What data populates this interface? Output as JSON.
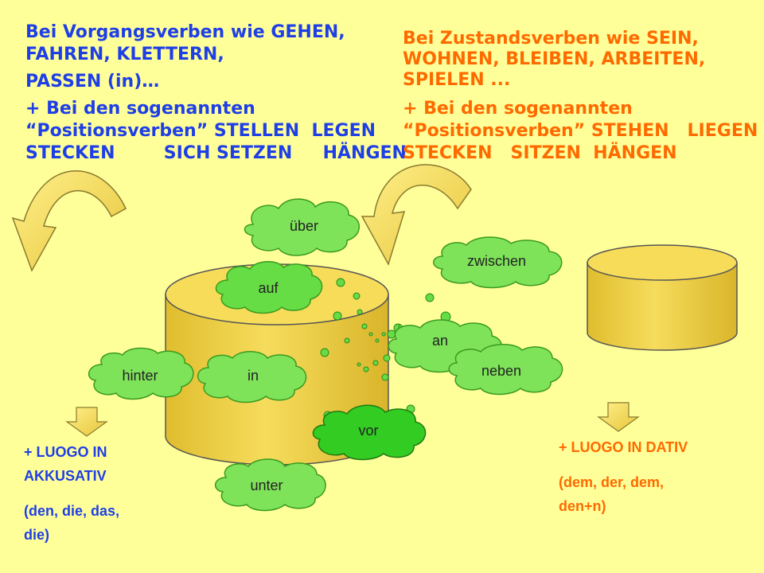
{
  "left_text": {
    "line1": "Bei Vorgangsverben wie GEHEN,",
    "line2": "FAHREN, KLETTERN,",
    "line3": "PASSEN (in)…",
    "line4": "+ Bei den sogenannten",
    "line5": "“Positionsverben” STELLEN  LEGEN",
    "line6": "STECKEN        SICH SETZEN     HÄNGEN"
  },
  "right_text": {
    "line1": "Bei Zustandsverben wie SEIN,",
    "line2": "WOHNEN, BLEIBEN, ARBEITEN,",
    "line3": "SPIELEN ...",
    "line4": "+ Bei den sogenannten",
    "line5": "“Positionsverben” STEHEN   LIEGEN",
    "line6": "STECKEN   SITZEN  HÄNGEN"
  },
  "akkusativ": {
    "heading_line1": "+ LUOGO IN",
    "heading_line2": "AKKUSATIV",
    "articles_line1": "(den, die, das,",
    "articles_line2": "die)"
  },
  "dativ": {
    "heading": "+ LUOGO IN DATIV",
    "articles_line1": "(dem, der, dem,",
    "articles_line2": "den+n)"
  },
  "prepositions": {
    "ueber": "über",
    "auf": "auf",
    "hinter": "hinter",
    "in": "in",
    "unter": "unter",
    "vor": "vor",
    "zwischen": "zwischen",
    "an": "an",
    "neben": "neben"
  },
  "colors": {
    "background": "#ffff99",
    "blue_text": "#1f3fe6",
    "orange_text": "#ff6a00",
    "cloud_light": "#7fe35a",
    "cloud_dark": "#33cc22",
    "cylinder": "#f0d24a"
  }
}
